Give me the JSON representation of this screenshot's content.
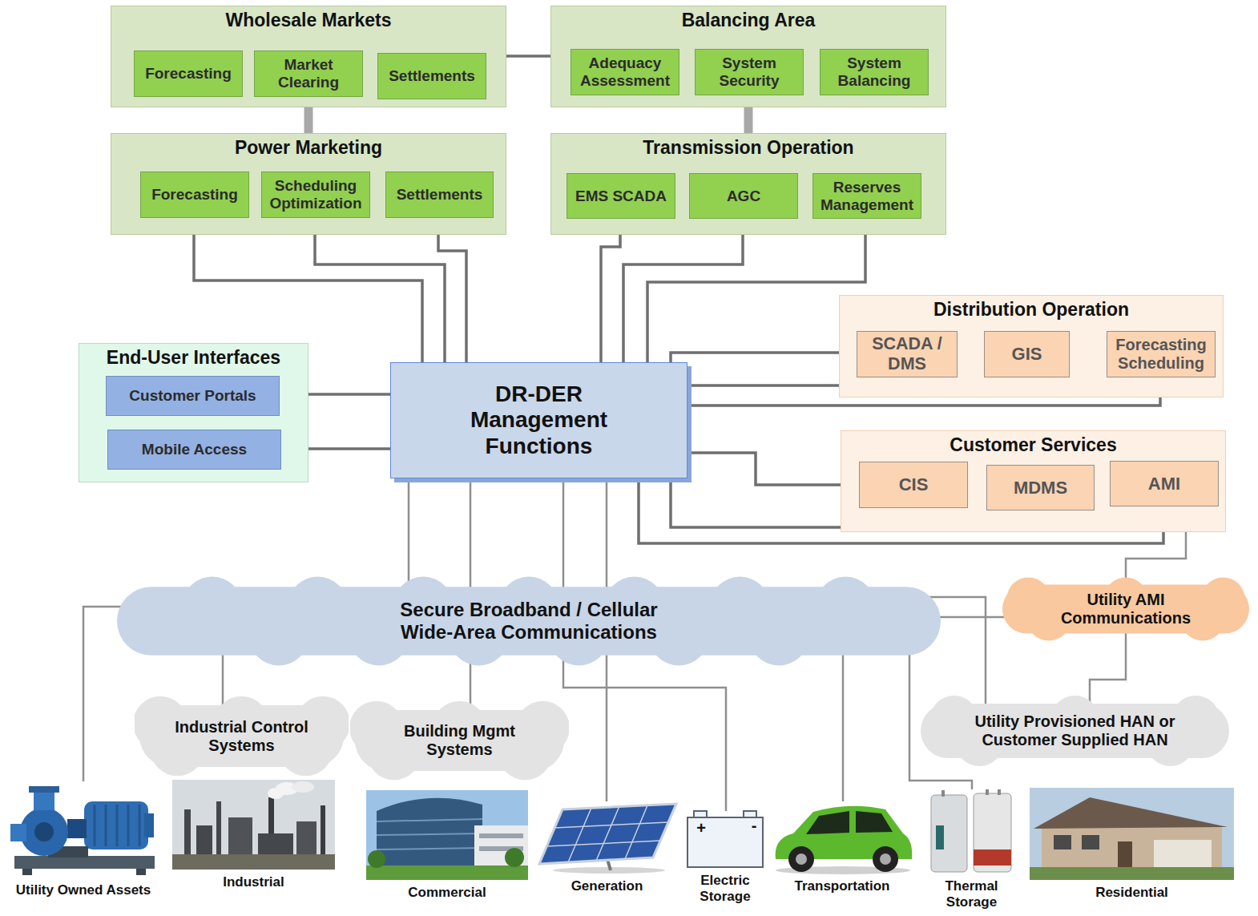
{
  "diagram": {
    "nodes": [
      {
        "text": [
          "Wholesale Markets"
        ]
      },
      {
        "text": [
          "Forecasting"
        ],
        "in": 0
      },
      {
        "text": [
          "Market Clearing"
        ],
        "in": 0
      },
      {
        "text": [
          "Settlements"
        ],
        "in": 0
      },
      {
        "text": [
          "Balancing Area"
        ]
      },
      {
        "text": [
          "Adequacy Assessment"
        ],
        "in": 4
      },
      {
        "text": [
          "System Security"
        ],
        "in": 4
      },
      {
        "text": [
          "System Balancing"
        ],
        "in": 4
      },
      {
        "text": [
          "Power Marketing"
        ]
      },
      {
        "text": [
          "Forecasting"
        ],
        "in": 8
      },
      {
        "text": [
          "Scheduling Optimization"
        ],
        "in": 8
      },
      {
        "text": [
          "Settlements"
        ],
        "in": 8
      },
      {
        "text": [
          "Transmission Operation"
        ]
      },
      {
        "text": [
          "EMS SCADA"
        ],
        "in": 12
      },
      {
        "text": [
          "AGC"
        ],
        "in": 12
      },
      {
        "text": [
          "Reserves Management"
        ],
        "in": 12
      },
      {
        "text": [
          "Distribution Operation"
        ]
      },
      {
        "text": [
          "SCADA / DMS"
        ],
        "in": 16
      },
      {
        "text": [
          "GIS"
        ],
        "in": 16
      },
      {
        "text": [
          "Forecasting Scheduling"
        ],
        "in": 16
      },
      {
        "text": [
          "End-User Interfaces"
        ]
      },
      {
        "text": [
          "Customer Portals"
        ],
        "in": 20
      },
      {
        "text": [
          "Mobile Access"
        ],
        "in": 20
      },
      {
        "text": [
          "DR-DER Management Functions"
        ]
      },
      {
        "text": [
          "Customer Services"
        ]
      },
      {
        "text": [
          "CIS"
        ],
        "in": 24
      },
      {
        "text": [
          "MDMS"
        ],
        "in": 24
      },
      {
        "text": [
          "AMI"
        ],
        "in": 24
      },
      {
        "text": [
          "Secure Broadband / Cellular Wide-Area Communications"
        ]
      },
      {
        "text": [
          "Utility AMI Communications"
        ]
      },
      {
        "text": [
          "Industrial Control Systems"
        ]
      },
      {
        "text": [
          "Building Mgmt Systems"
        ]
      },
      {
        "text": [
          "Utility Provisioned HAN or Customer Supplied HAN"
        ]
      },
      {
        "text": [
          "Utility Owned Assets"
        ]
      },
      {
        "text": [
          "Industrial"
        ]
      },
      {
        "text": [
          "Commercial"
        ]
      },
      {
        "text": [
          "Generation"
        ]
      },
      {
        "text": [
          "Electric Storage"
        ]
      },
      {
        "text": [
          "Transportation"
        ]
      },
      {
        "text": [
          "Thermal Storage"
        ]
      },
      {
        "text": [
          "Residential"
        ]
      }
    ],
    "edges": [
      {
        "from": 0,
        "to": 4,
        "arrow": "none"
      },
      {
        "from": 0,
        "to": 8,
        "arrow": "none"
      },
      {
        "from": 4,
        "to": 12,
        "arrow": "none"
      },
      {
        "from": 9,
        "to": 23,
        "arrow": "none"
      },
      {
        "from": 10,
        "to": 23,
        "arrow": "none"
      },
      {
        "from": 11,
        "to": 23,
        "arrow": "none"
      },
      {
        "from": 13,
        "to": 23,
        "arrow": "none"
      },
      {
        "from": 14,
        "to": 23,
        "arrow": "none"
      },
      {
        "from": 15,
        "to": 23,
        "arrow": "none"
      },
      {
        "from": 17,
        "to": 23,
        "arrow": "none"
      },
      {
        "from": 18,
        "to": 23,
        "arrow": "none"
      },
      {
        "from": 19,
        "to": 23,
        "arrow": "none"
      },
      {
        "from": 21,
        "to": 23,
        "arrow": "none"
      },
      {
        "from": 22,
        "to": 23,
        "arrow": "none"
      },
      {
        "from": 25,
        "to": 23,
        "arrow": "none"
      },
      {
        "from": 26,
        "to": 23,
        "arrow": "none"
      },
      {
        "from": 27,
        "to": 23,
        "arrow": "none"
      },
      {
        "from": 27,
        "to": 29,
        "arrow": "none"
      },
      {
        "from": 29,
        "to": 32,
        "arrow": "none"
      },
      {
        "from": 23,
        "to": 28,
        "arrow": "none"
      },
      {
        "from": 23,
        "to": 31,
        "arrow": "none"
      },
      {
        "from": 23,
        "to": 37,
        "arrow": "none"
      },
      {
        "from": 23,
        "to": 36,
        "arrow": "none"
      },
      {
        "from": 28,
        "to": 33,
        "arrow": "none"
      },
      {
        "from": 28,
        "to": 30,
        "arrow": "none"
      },
      {
        "from": 28,
        "to": 38,
        "arrow": "none"
      },
      {
        "from": 28,
        "to": 39,
        "arrow": "none"
      },
      {
        "from": 28,
        "to": 29,
        "arrow": "none"
      },
      {
        "from": 28,
        "to": 32,
        "arrow": "none"
      }
    ],
    "labels": [
      "+",
      "-"
    ]
  }
}
